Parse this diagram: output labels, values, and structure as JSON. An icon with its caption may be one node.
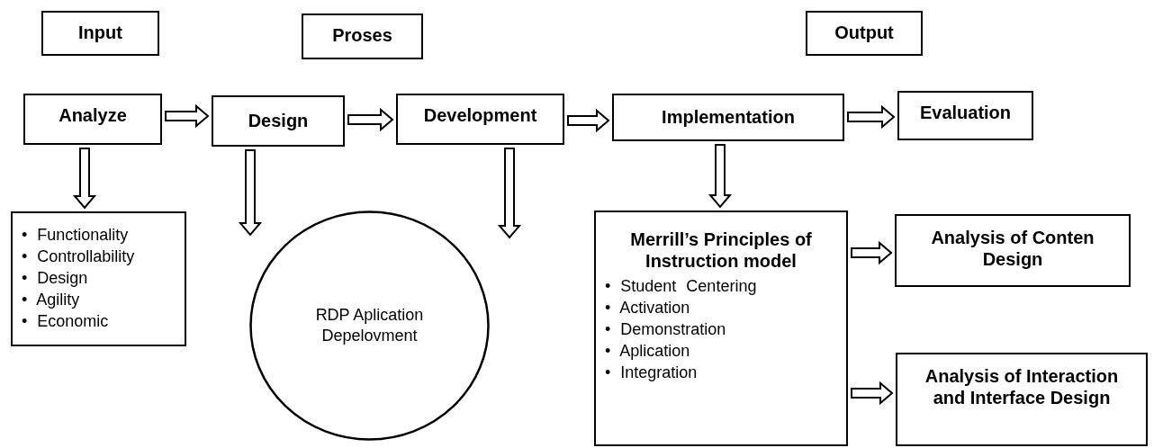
{
  "diagram": {
    "nodes": [
      {
        "text": [
          "Input"
        ]
      },
      {
        "text": [
          "Proses"
        ]
      },
      {
        "text": [
          "Output"
        ]
      },
      {
        "text": [
          "Analyze"
        ]
      },
      {
        "text": [
          "Design"
        ]
      },
      {
        "text": [
          "Development"
        ]
      },
      {
        "text": [
          "Implementation"
        ]
      },
      {
        "text": [
          "Evaluation"
        ]
      },
      {
        "text": [
          "• Functionality",
          "• Controllability",
          "• Design",
          "• Agility",
          "• Economic"
        ]
      },
      {
        "text": [
          "RDP Aplication Depelovment"
        ]
      },
      {
        "text": [
          "Merrill’s Principles of Instruction model",
          "• Student Centering",
          "• Activation",
          "• Demonstration",
          "• Aplication",
          "• Integration"
        ]
      },
      {
        "text": [
          "Analysis of Conten Design"
        ]
      },
      {
        "text": [
          "Analysis of Interaction and Interface Design"
        ]
      }
    ],
    "edges": [
      {
        "from": 3,
        "to": 4,
        "arrow": "to"
      },
      {
        "from": 4,
        "to": 5,
        "arrow": "to"
      },
      {
        "from": 5,
        "to": 6,
        "arrow": "to"
      },
      {
        "from": 6,
        "to": 7,
        "arrow": "to"
      },
      {
        "from": 3,
        "to": 8,
        "arrow": "to"
      },
      {
        "from": 4,
        "to": 9,
        "arrow": "to"
      },
      {
        "from": 5,
        "to": 9,
        "arrow": "to"
      },
      {
        "from": 6,
        "to": 10,
        "arrow": "to"
      },
      {
        "from": 10,
        "to": 11,
        "arrow": "to"
      },
      {
        "from": 10,
        "to": 12,
        "arrow": "to"
      }
    ]
  }
}
